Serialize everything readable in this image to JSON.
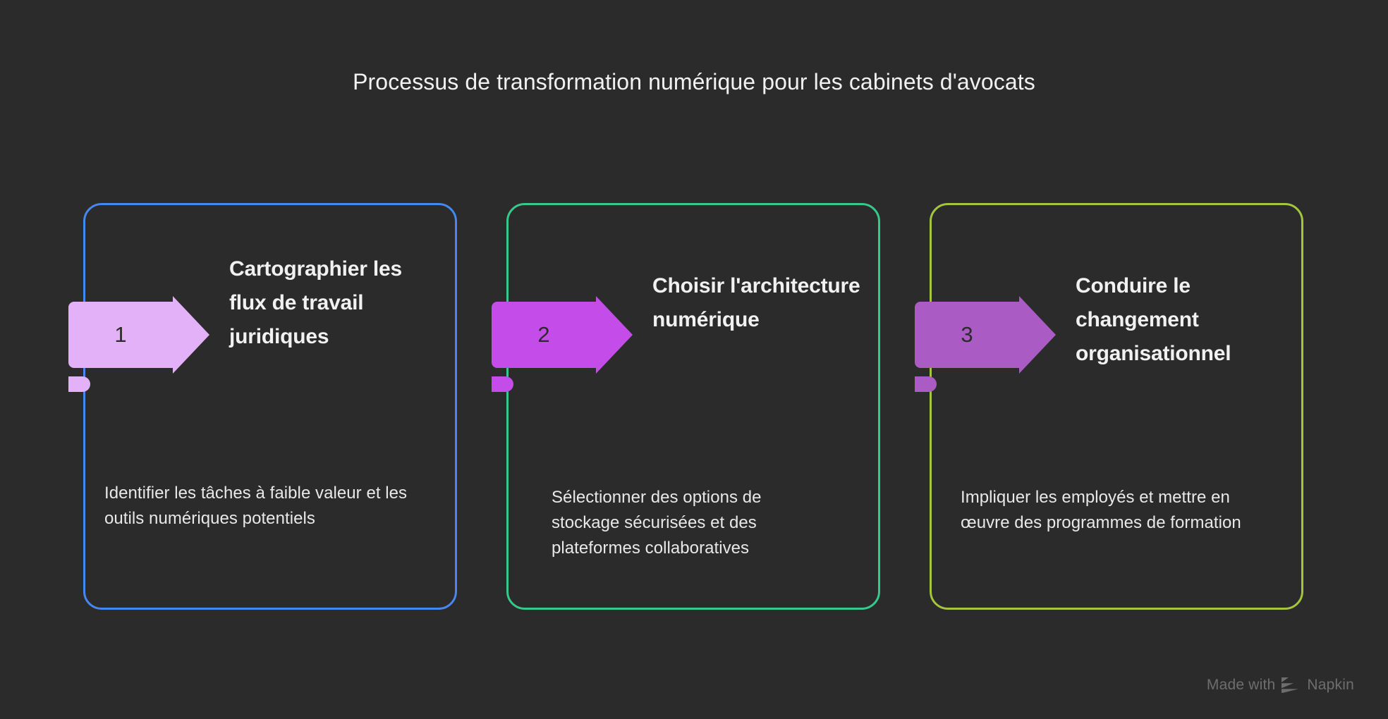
{
  "page": {
    "title": "Processus de transformation numérique pour les cabinets d'avocats",
    "background_color": "#2b2b2b",
    "text_color": "#f1f1f1"
  },
  "steps": [
    {
      "number": "1",
      "heading": "Cartographier les flux de travail juridiques",
      "description": "Identifier les tâches à faible valeur et les outils numériques potentiels",
      "card_border_color": "#4688f1",
      "arrow_color": "#e3b1f8",
      "number_color": "#2b2b2b"
    },
    {
      "number": "2",
      "heading": "Choisir l'architecture numérique",
      "description": "Sélectionner des options de stockage sécurisées et des plateformes collaboratives",
      "card_border_color": "#35c98b",
      "arrow_color": "#c44ce8",
      "number_color": "#2b2b2b"
    },
    {
      "number": "3",
      "heading": "Conduire le changement organisationnel",
      "description": "Impliquer les employés et mettre en œuvre des programmes de formation",
      "card_border_color": "#a3c63c",
      "arrow_color": "#ab5bc4",
      "number_color": "#2b2b2b"
    }
  ],
  "footer": {
    "made_with_label": "Made with",
    "brand_label": "Napkin",
    "logo_icon": "napkin-logo-icon",
    "color": "#6e6e6e"
  }
}
